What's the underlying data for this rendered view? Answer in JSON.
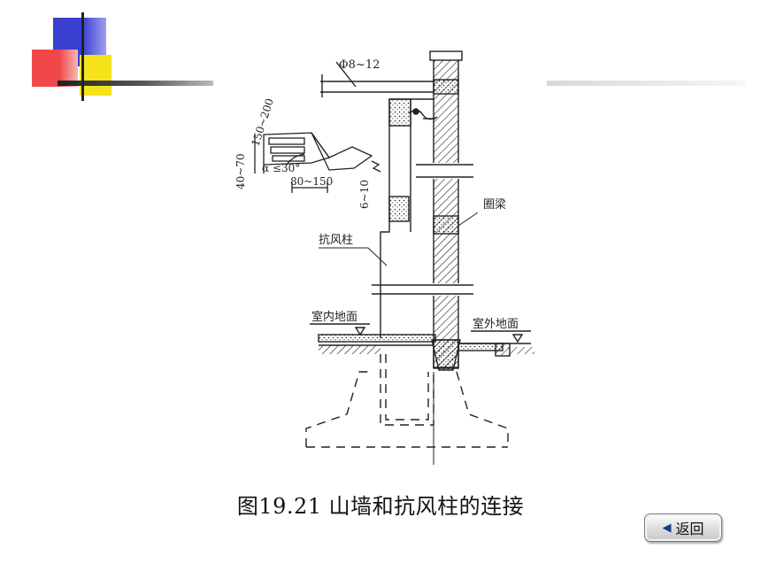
{
  "caption": "图19.21  山墙和抗风柱的连接",
  "back_button": {
    "label": "返回",
    "icon": "left-arrow-icon"
  },
  "diagram": {
    "labels": {
      "rebar": "Φ8~12",
      "ring_beam": "圈梁",
      "wind_column": "抗风柱",
      "indoor_floor": "室内地面",
      "outdoor_ground": "室外地面",
      "dim_40_70": "40~70",
      "dim_150_200": "150~200",
      "angle": "α ≤30°",
      "dim_80_150": "80~150",
      "dim_6_10": "6~10"
    }
  },
  "colors": {
    "deco_blue": "#3a3fd0",
    "deco_red": "#f04848",
    "deco_yellow": "#f5e21a",
    "line": "#222222"
  }
}
